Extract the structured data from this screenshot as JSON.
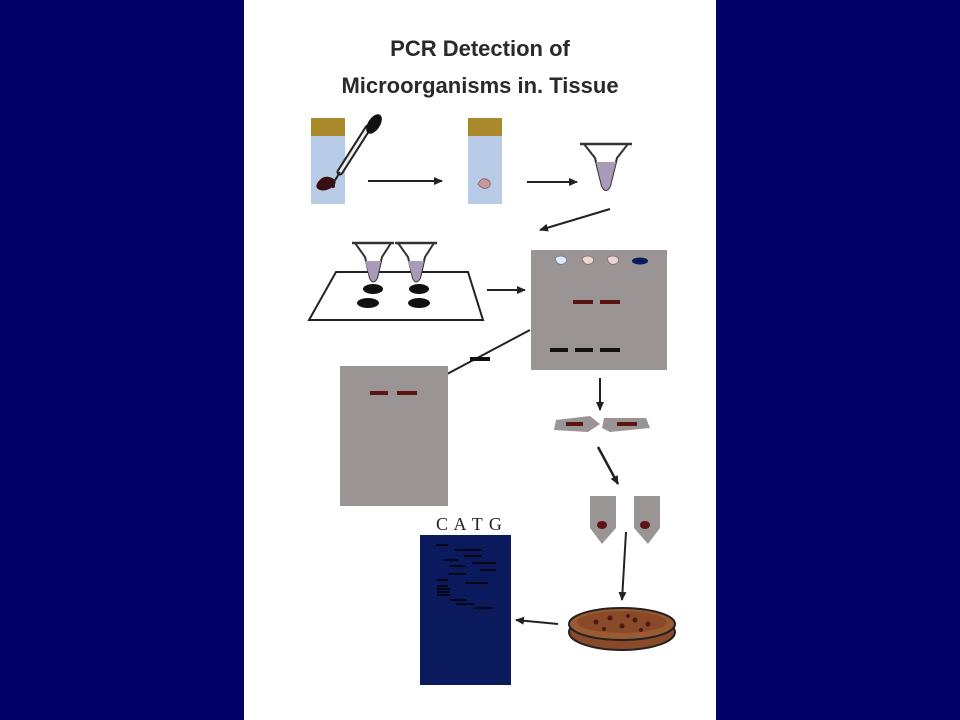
{
  "diagram": {
    "title_line1": "PCR Detection of",
    "title_line2": "Microorganisms in. Tissue",
    "sequencing_lanes": "C A T G"
  },
  "colors": {
    "background": "#000066",
    "panel": "#ffffff",
    "gel": "#9a9494",
    "band": "#5a1414",
    "tube_liquid": "#b8cce8",
    "tube_cap": "#a88a2a",
    "sequencing_gel": "#0a1a5c",
    "culture_medium": "#8a4a2a"
  }
}
